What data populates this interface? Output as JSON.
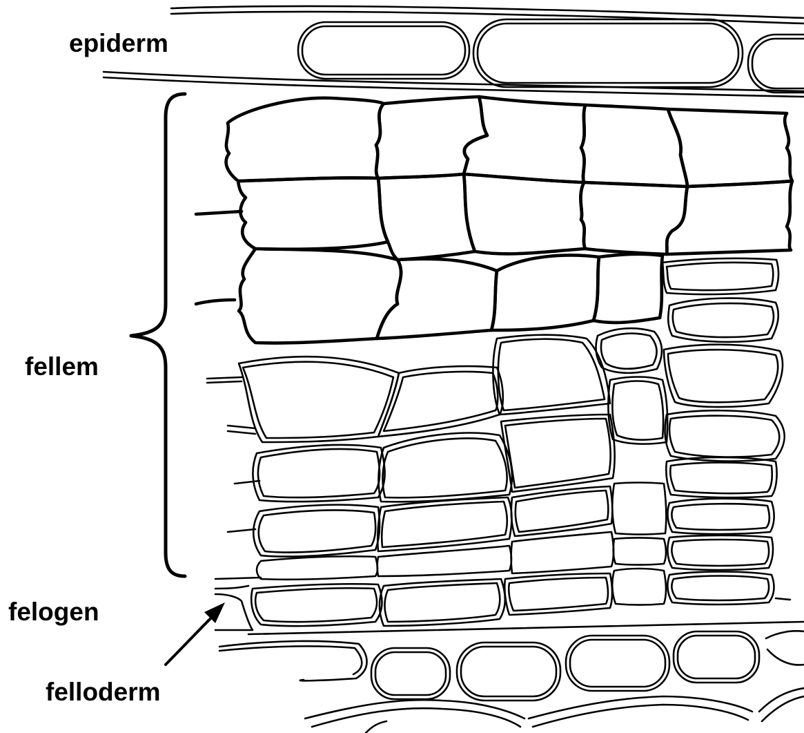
{
  "labels": {
    "epiderm": "epiderm",
    "fellem": "fellem",
    "felogen": "felogen",
    "felloderm": "felloderm"
  },
  "colors": {
    "line": "#000000",
    "background": "#ffffff"
  }
}
